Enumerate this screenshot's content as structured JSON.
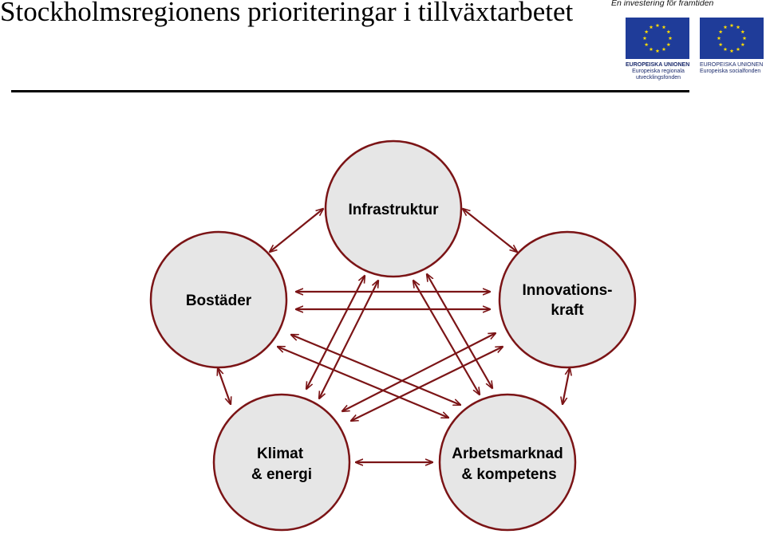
{
  "header": {
    "title": "Stockholmsregionens prioriteringar i tillväxtarbetet",
    "tagline": "En investering för framtiden"
  },
  "logos": [
    {
      "icon": "eu-flag-icon",
      "name": "EUROPEISKA UNIONEN",
      "sub_lines": [
        "Europeiska regionala",
        "utvecklingsfonden"
      ]
    },
    {
      "icon": "eu-flag-icon",
      "name": "EUROPEISKA UNIONEN",
      "sub_lines": [
        "Europeiska socialfonden"
      ]
    }
  ],
  "diagram": {
    "nodes": [
      {
        "id": "infrastruktur",
        "lines": [
          "Infrastruktur"
        ]
      },
      {
        "id": "bostader",
        "lines": [
          "Bostäder"
        ]
      },
      {
        "id": "innovationskraft",
        "lines": [
          "Innovations-",
          "kraft"
        ]
      },
      {
        "id": "klimat",
        "lines": [
          "Klimat",
          "& energi"
        ]
      },
      {
        "id": "arbetsmarknad",
        "lines": [
          "Arbetsmarknad",
          "& kompetens"
        ]
      }
    ],
    "connections": "all-pairs-bidirectional",
    "colors": {
      "node_fill": "#e6e6e6",
      "node_stroke": "#7b1416",
      "arrow": "#7b1416"
    }
  }
}
